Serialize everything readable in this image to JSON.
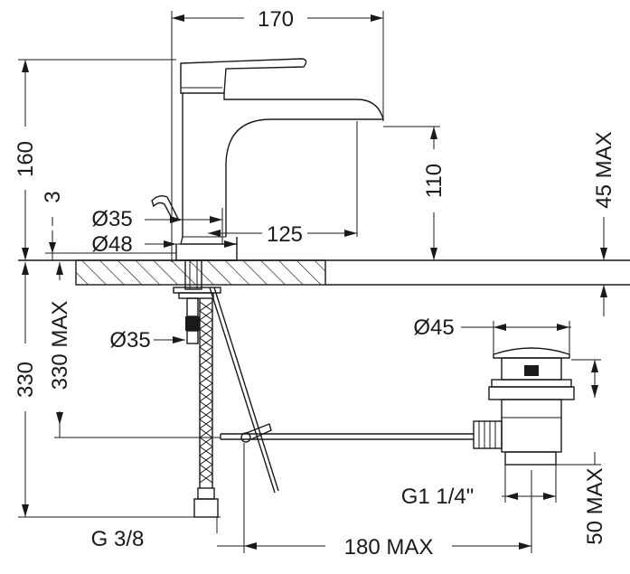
{
  "diagram": {
    "type": "technical-drawing",
    "subject": "single-lever basin mixer with pop-up waste",
    "units": "mm",
    "ink_color": "#1a1a1a",
    "background_color": "#ffffff",
    "dimensions": {
      "overall_width": "170",
      "body_height": "160",
      "deck_gap": "3",
      "base_diameter_35": "Ø35",
      "base_diameter_48": "Ø48",
      "spout_reach": "125",
      "spout_height": "110",
      "deck_thickness_max": "45 MAX",
      "below_deck_length": "330",
      "below_deck_max": "330 MAX",
      "shank_diameter": "Ø35",
      "waste_flange_diameter": "Ø45",
      "waste_thread": "G1 1/4\"",
      "hose_connection": "G 3/8",
      "pull_rod_length": "180 MAX",
      "waste_length_max": "50 MAX"
    }
  }
}
